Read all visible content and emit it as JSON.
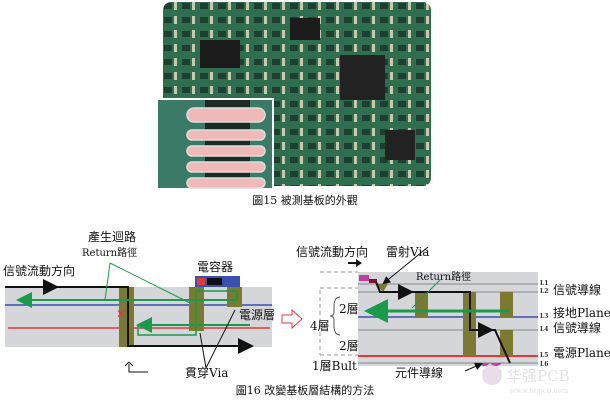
{
  "figure15": {
    "caption": "圖15 被測基板的外觀"
  },
  "figure16": {
    "caption": "圖16 改變基板層結構的方法",
    "left": {
      "loop_label": "產生迴路",
      "return_label": "Return路徑",
      "signal_direction": "信號流動方向",
      "capacitor": "電容器",
      "power_layer": "電源層",
      "through_via": "貫穿Via"
    },
    "right": {
      "signal_direction": "信號流動方向",
      "laser_via": "雷射Via",
      "return_label": "Return路徑",
      "layers_4": "4層",
      "layers_2a": "2層",
      "layers_2b": "2層",
      "built_layer": "1層Bult",
      "component_trace": "元件導線",
      "layer_labels": [
        "L1",
        "L2",
        "L3",
        "L4",
        "L5",
        "L6"
      ],
      "layer_names": [
        "信號導線",
        "接地Plane",
        "信號導線",
        "電源Plane"
      ]
    }
  },
  "watermark": {
    "brand": "华强PCB",
    "url": "www.hqpcb.com"
  },
  "colors": {
    "ground": "#3a4fb0",
    "power": "#e03a3a",
    "return": "#1a9a4a",
    "via": "#7a7a30",
    "slab": "#d4d6da",
    "pcb": "#2f6e4e"
  }
}
